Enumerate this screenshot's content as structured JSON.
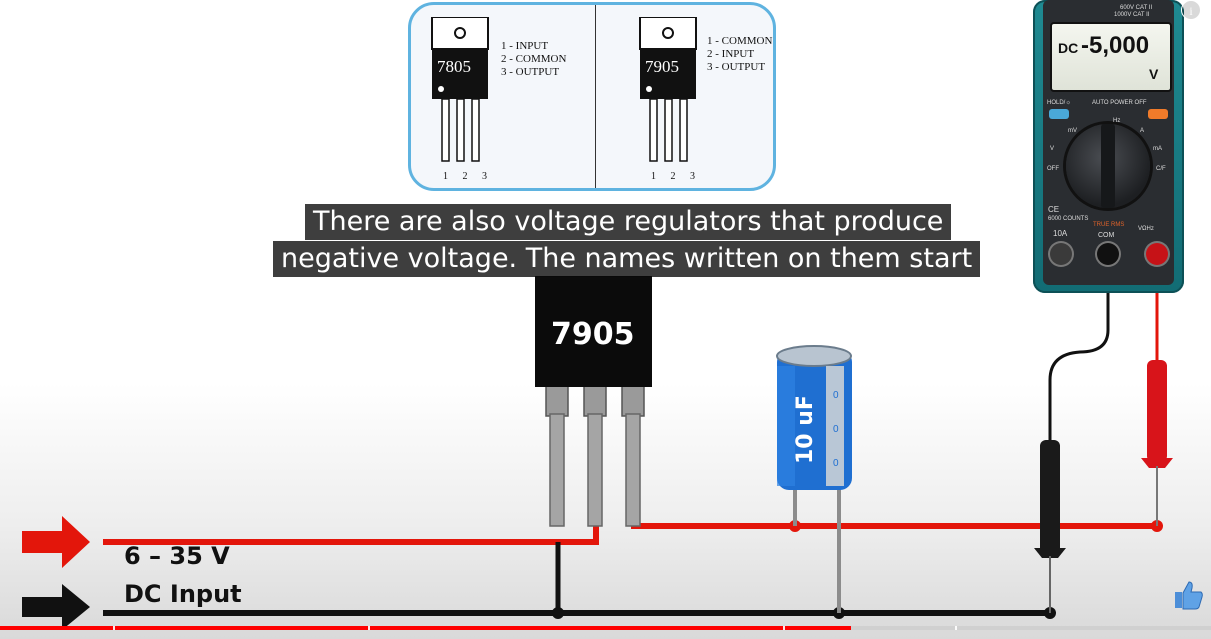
{
  "inset": {
    "left_part": "7805",
    "left_pins": [
      "1 - INPUT",
      "2 - COMMON",
      "3 - OUTPUT"
    ],
    "left_pin_numbers": "1 2 3",
    "right_part": "7905",
    "right_pins": [
      "1 - COMMON",
      "2 - INPUT",
      "3 - OUTPUT"
    ],
    "right_pin_numbers": "1 2 3"
  },
  "caption": {
    "line1": "There are also voltage regulators that produce",
    "line2": "negative voltage. The names written on them start"
  },
  "circuit": {
    "regulator_label": "7905",
    "capacitor_label": "10 uF",
    "input_voltage": "6 – 35 V",
    "input_type": "DC Input",
    "colors": {
      "positive": "#e3160b",
      "ground": "#111111"
    }
  },
  "multimeter": {
    "mode": "DC",
    "reading": "-5,000",
    "unit": "V",
    "rating_top": "600V CAT II",
    "rating_bottom": "1000V CAT II",
    "hold_label": "HOLD/☼",
    "auto_power_label": "AUTO POWER OFF",
    "counts_label": "6000 COUNTS",
    "true_rms_label": "TRUE RMS",
    "ce_label": "CE",
    "off_label": "OFF",
    "dial_labels": {
      "hz": "Hz",
      "mv": "mV",
      "a": "A",
      "v": "V",
      "ma": "mA",
      "cf": "C/F",
      "ohm": "VΩHz"
    },
    "jack_labels": {
      "ten_a": "10A",
      "com": "COM"
    }
  },
  "player": {
    "progress": 0.703,
    "info_icon": "info-icon",
    "like_icon": "thumbs-up-like-icon"
  }
}
